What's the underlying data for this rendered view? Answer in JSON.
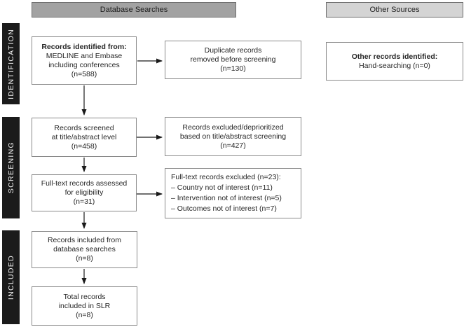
{
  "colors": {
    "db-header-fill": "#a2a2a2",
    "os-header-fill": "#d4d4d4",
    "header-border": "#6e6e6e",
    "stage-fill": "#1b1b1b",
    "stage-text": "#f2f2f2",
    "box-border": "#8a8a8a",
    "box-text": "#262626",
    "arrow": "#1a1a1a"
  },
  "headers": {
    "database_searches": {
      "label": "Database Searches"
    },
    "other_sources": {
      "label": "Other Sources"
    }
  },
  "sidebar": {
    "stages": [
      {
        "label": "IDENTIFICATION"
      },
      {
        "label": "SCREENING"
      },
      {
        "label": "INCLUDED"
      }
    ]
  },
  "boxes": {
    "records_identified": {
      "title": "Records identified from:",
      "lines": [
        "MEDLINE and Embase",
        "including conferences",
        "(n=588)"
      ]
    },
    "duplicates_removed": {
      "lines": [
        "Duplicate records",
        "removed before screening",
        "(n=130)"
      ]
    },
    "other_records": {
      "title": "Other records identified:",
      "lines": [
        "Hand-searching (n=0)"
      ]
    },
    "records_screened": {
      "lines": [
        "Records screened",
        "at title/abstract level",
        "(n=458)"
      ]
    },
    "records_excluded": {
      "lines": [
        "Records excluded/deprioritized",
        "based on title/abstract screening",
        "(n=427)"
      ]
    },
    "fulltext_assessed": {
      "lines": [
        "Full-text records assessed",
        "for eligibility",
        "(n=31)"
      ]
    },
    "fulltext_excluded": {
      "lines": [
        "Full-text records excluded (n=23):",
        "– Country not of interest (n=11)",
        "– Intervention not of interest (n=5)",
        "– Outcomes not of interest (n=7)"
      ]
    },
    "included_database": {
      "lines": [
        "Records included from",
        "database searches",
        "(n=8)"
      ]
    },
    "total_included": {
      "lines": [
        "Total records",
        "included in SLR",
        "(n=8)"
      ]
    }
  }
}
